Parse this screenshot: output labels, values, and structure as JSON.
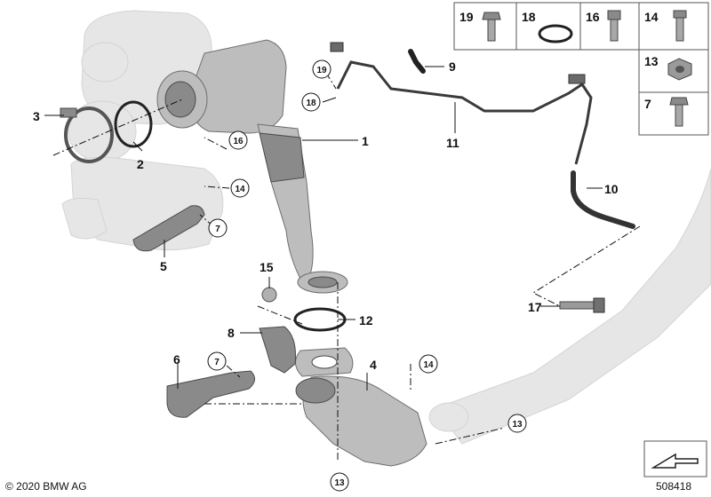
{
  "callouts": {
    "c1": "1",
    "c2": "2",
    "c3": "3",
    "c4": "4",
    "c5": "5",
    "c6": "6",
    "c7a": "7",
    "c7b": "7",
    "c8": "8",
    "c9": "9",
    "c10": "10",
    "c11": "11",
    "c12": "12",
    "c13a": "13",
    "c13b": "13",
    "c14a": "14",
    "c14b": "14",
    "c15": "15",
    "c16": "16",
    "c17": "17",
    "c18": "18",
    "c19": "19"
  },
  "legend": {
    "cells": [
      "19",
      "18",
      "16",
      "14",
      "13",
      "7"
    ]
  },
  "footer": {
    "copyright": "© 2020 BMW AG",
    "diagram_number": "508418"
  }
}
